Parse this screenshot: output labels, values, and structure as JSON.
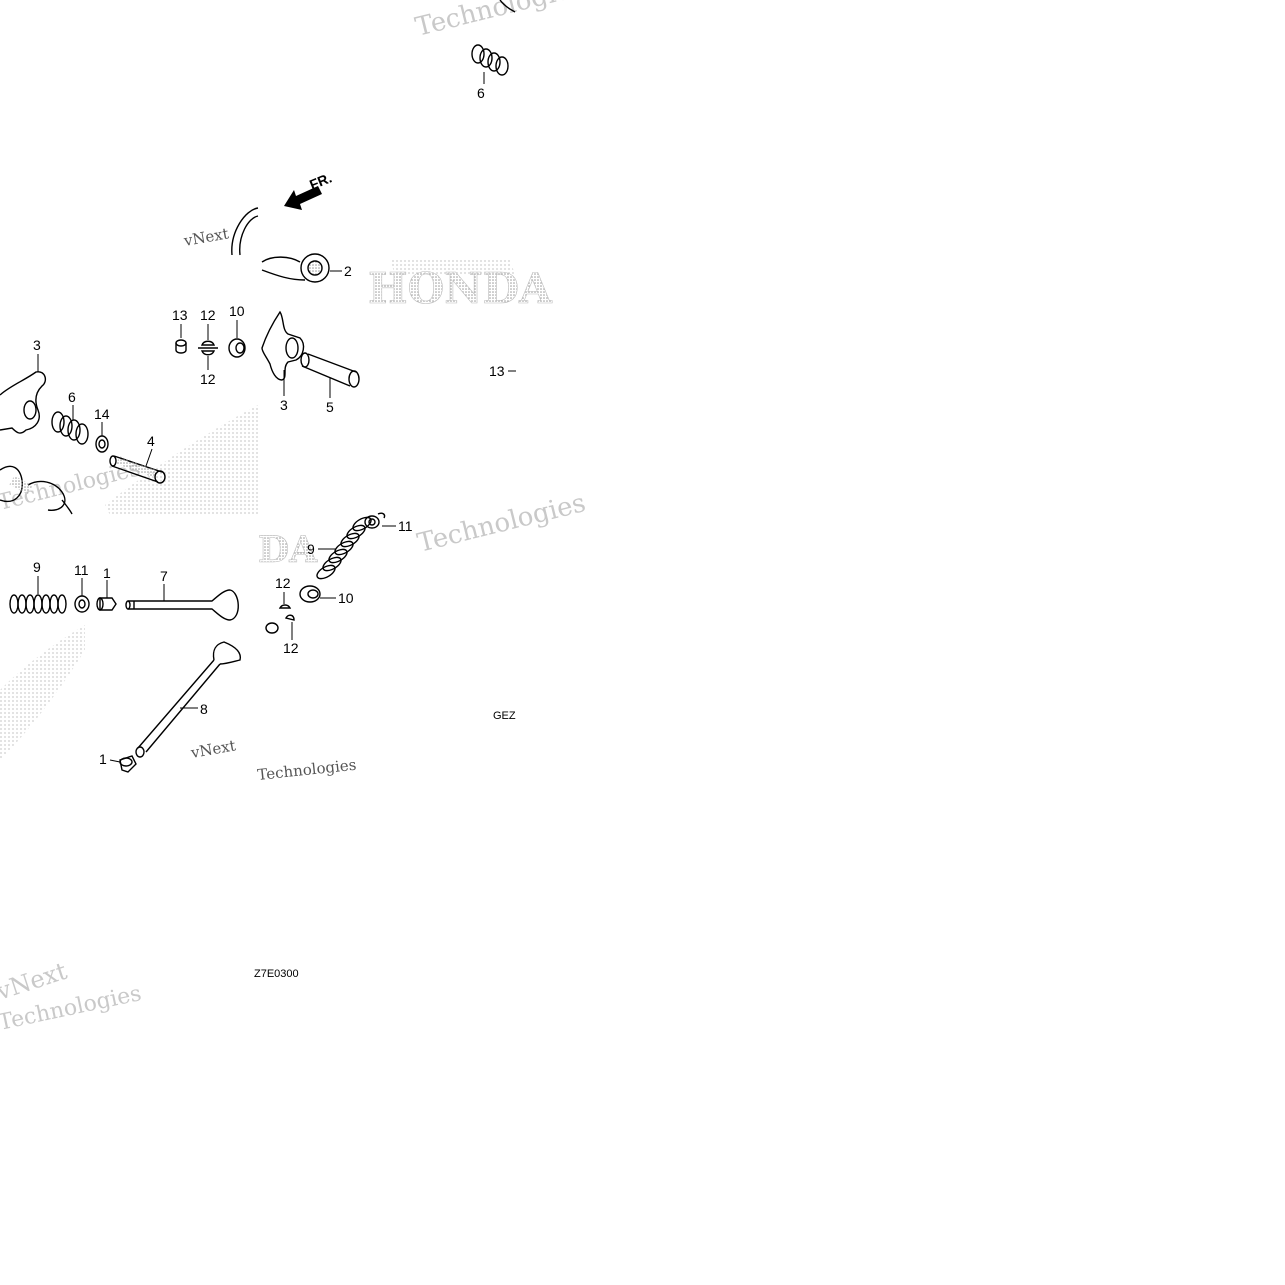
{
  "direction_label": "FR.",
  "callouts": [
    {
      "id": "c6-top",
      "text": "6"
    },
    {
      "id": "c2",
      "text": "2"
    },
    {
      "id": "c13a",
      "text": "13"
    },
    {
      "id": "c12a",
      "text": "12"
    },
    {
      "id": "c10a",
      "text": "10"
    },
    {
      "id": "c12b",
      "text": "12"
    },
    {
      "id": "c3a",
      "text": "3"
    },
    {
      "id": "c6b",
      "text": "6"
    },
    {
      "id": "c14",
      "text": "14"
    },
    {
      "id": "c4",
      "text": "4"
    },
    {
      "id": "c3b",
      "text": "3"
    },
    {
      "id": "c5",
      "text": "5"
    },
    {
      "id": "c13b",
      "text": "13"
    },
    {
      "id": "c9a",
      "text": "9"
    },
    {
      "id": "c11a",
      "text": "11"
    },
    {
      "id": "c1a",
      "text": "1"
    },
    {
      "id": "c7",
      "text": "7"
    },
    {
      "id": "c8",
      "text": "8"
    },
    {
      "id": "c1b",
      "text": "1"
    },
    {
      "id": "c9b",
      "text": "9"
    },
    {
      "id": "c11b",
      "text": "11"
    },
    {
      "id": "c12c",
      "text": "12"
    },
    {
      "id": "c10b",
      "text": "10"
    },
    {
      "id": "c12d",
      "text": "12"
    }
  ],
  "codes": {
    "right": "GEZ",
    "bottom": "Z7E0300"
  },
  "watermarks": {
    "brand_a": "vNext",
    "brand_b": "Technologies",
    "maker_a": "HONDA",
    "maker_b": "DA"
  }
}
